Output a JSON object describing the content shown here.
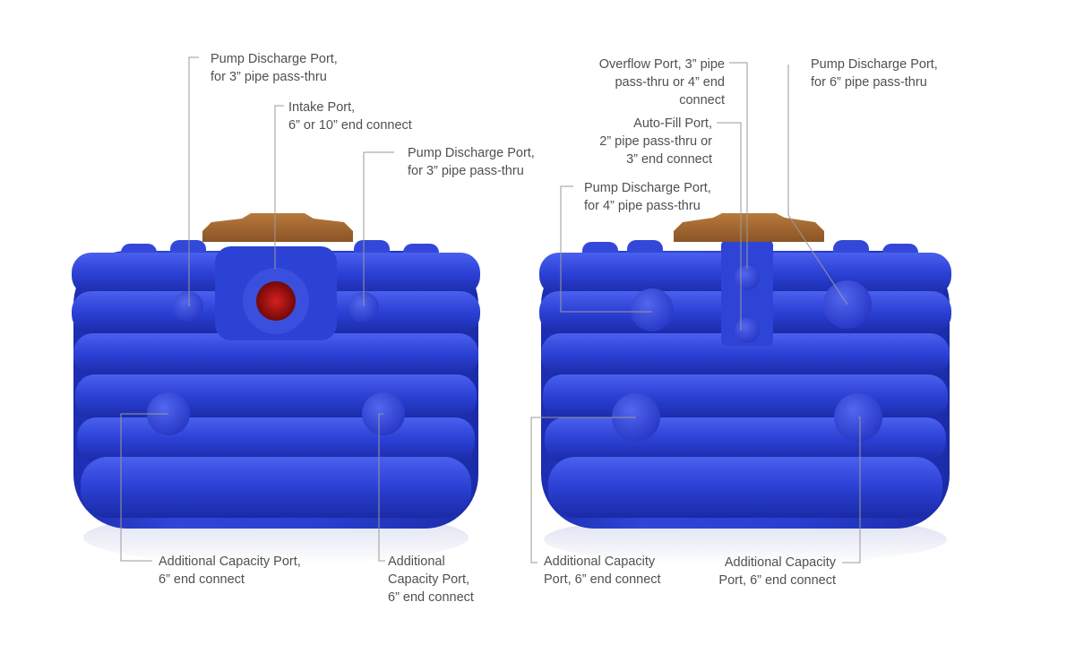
{
  "colors": {
    "tank_blue": "#2a3fd2",
    "tank_dark": "#1a2aa6",
    "tank_light": "#4257e6",
    "lid_brown": "#a56a33",
    "intake_red": "#b00e0e",
    "leader_line": "#9a9a9a",
    "label_text": "#505050"
  },
  "left_tank": {
    "callouts": {
      "pump_discharge_left": [
        "Pump Discharge Port,",
        "for 3” pipe pass-thru"
      ],
      "intake": [
        "Intake Port,",
        "6” or 10” end connect"
      ],
      "pump_discharge_right": [
        "Pump Discharge Port,",
        "for 3” pipe pass-thru"
      ],
      "capacity_left": [
        "Additional Capacity Port,",
        "6” end connect"
      ],
      "capacity_right": [
        "Additional",
        "Capacity Port,",
        "6” end connect"
      ]
    }
  },
  "right_tank": {
    "callouts": {
      "overflow": [
        "Overflow Port, 3” pipe",
        "pass-thru or 4” end",
        "connect"
      ],
      "auto_fill": [
        "Auto-Fill Port,",
        "2” pipe pass-thru or",
        "3” end  connect"
      ],
      "pump_discharge_4": [
        "Pump Discharge Port,",
        "for 4” pipe pass-thru"
      ],
      "pump_discharge_6": [
        "Pump Discharge Port,",
        "for 6” pipe pass-thru"
      ],
      "capacity_left": [
        "Additional Capacity",
        "Port, 6” end connect"
      ],
      "capacity_right": [
        "Additional Capacity",
        "Port, 6” end connect"
      ]
    }
  }
}
